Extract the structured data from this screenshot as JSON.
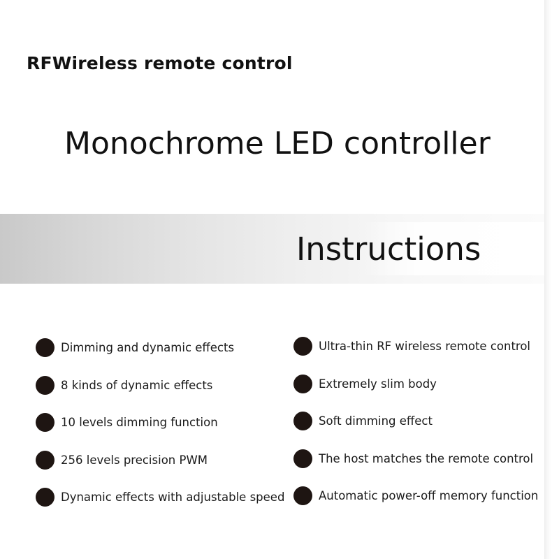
{
  "header": {
    "subtitle": "RFWireless remote control",
    "title": "Monochrome LED controller"
  },
  "banner": {
    "heading": "Instructions"
  },
  "features_left": [
    {
      "label": "Dimming and dynamic effects",
      "icon": "bullet-dot-icon"
    },
    {
      "label": "8 kinds of dynamic effects",
      "icon": "bullet-dot-icon"
    },
    {
      "label": "10 levels dimming function",
      "icon": "bullet-dot-icon"
    },
    {
      "label": "256 levels precision PWM",
      "icon": "bullet-dot-icon"
    },
    {
      "label": "Dynamic effects with adjustable speed",
      "icon": "bullet-dot-icon"
    }
  ],
  "features_right": [
    {
      "label": "Ultra-thin RF wireless remote control",
      "icon": "bullet-dot-icon"
    },
    {
      "label": "Extremely slim body",
      "icon": "bullet-dot-icon"
    },
    {
      "label": "Soft dimming effect",
      "icon": "bullet-dot-icon"
    },
    {
      "label": "The host matches the remote control",
      "icon": "bullet-dot-icon"
    },
    {
      "label": "Automatic power-off memory function",
      "icon": "bullet-dot-icon"
    }
  ],
  "colors": {
    "text": "#111111",
    "bullet": "#1e1512",
    "band_dark": "#c9c9c9",
    "band_light": "#fbfbfb"
  }
}
